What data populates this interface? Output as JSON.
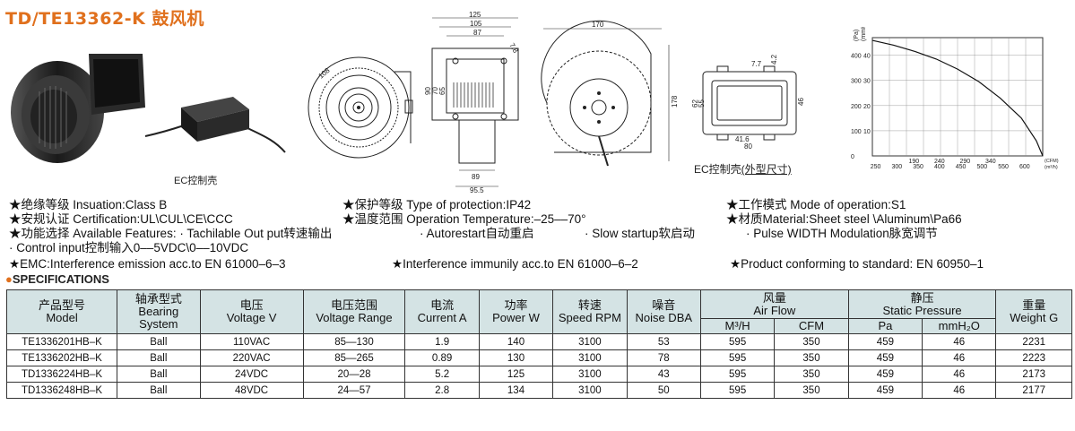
{
  "header": {
    "title": "TD/TE13362-K 鼓风机"
  },
  "product_images": {
    "ec_box_label": "EC控制壳",
    "ec_housing_label_prefix": "EC控制壳",
    "ec_housing_label_suffix": "(外型尺寸)"
  },
  "drawing_dims": {
    "front_diameter": "108",
    "top_125": "125",
    "top_105": "105",
    "top_87": "87",
    "angle_78": "7.8",
    "side_90": "90",
    "side_70": "70",
    "side_65": "65",
    "bottom_89": "89",
    "bottom_955": "95.5",
    "width_170": "170",
    "height_178": "178",
    "box_77": "7.7",
    "box_42": "4.2",
    "box_62": "62",
    "box_55": "55",
    "box_46": "46",
    "box_416": "41.6",
    "box_80": "80"
  },
  "chart_data": {
    "type": "line",
    "title": "",
    "ylabel_units": [
      "(Pa)",
      "(mmH2O)"
    ],
    "xlabel_units": [
      "(CFM)",
      "(m³/h)"
    ],
    "y_pa_ticks": [
      "400",
      "300",
      "200",
      "100",
      "0"
    ],
    "y_mmh2o_ticks": [
      "40",
      "30",
      "20",
      "10"
    ],
    "x_cfm_ticks": [
      "190",
      "240",
      "290",
      "340"
    ],
    "x_m3h_ticks": [
      "250",
      "300",
      "350",
      "400",
      "450",
      "500",
      "550",
      "600"
    ],
    "x_range_m3h": [
      200,
      600
    ],
    "y_range_pa": [
      0,
      470
    ],
    "grid": true,
    "series": [
      {
        "x": [
          200,
          250,
          300,
          350,
          400,
          450,
          500,
          550,
          585,
          600
        ],
        "y": [
          459,
          440,
          415,
          385,
          345,
          295,
          230,
          150,
          60,
          0
        ]
      }
    ]
  },
  "features": {
    "insulation": "★绝缘等级 Insuation:Class B",
    "protection": "★保护等级 Type of protection:IP42",
    "mode": "★工作模式 Mode of operation:S1",
    "certification": "★安规认证 Certification:UL\\CUL\\CE\\CCC",
    "temperature": "★温度范围 Operation Temperature:–25––70°",
    "material": "★材质Material:Sheet steel  \\Aluminum\\Pa66",
    "available": "★功能选择 Available Features:  · Tachilable Out put转速输出",
    "autorestart": "· Autorestart自动重启",
    "slow_start": "· Slow startup软启动",
    "pwm": "· Pulse WIDTH Modulation脉宽调节",
    "control_input": "·  Control input控制输入0––5VDC\\0––10VDC",
    "emc": "★EMC:Interference emission acc.to EN 61000–6–3",
    "immunity": "★Interference immunily acc.to EN 61000–6–2",
    "standard": "★Product conforming to standard: EN 60950–1"
  },
  "spec": {
    "heading_dot": "●",
    "heading": "SPECIFICATIONS",
    "headers": {
      "model": [
        "产品型号",
        "Model"
      ],
      "bearing": [
        "轴承型式",
        "Bearing",
        "System"
      ],
      "voltage": [
        "电压",
        "Voltage V"
      ],
      "range": [
        "电压范围",
        "Voltage Range"
      ],
      "current": [
        "电流",
        "Current A"
      ],
      "power": [
        "功率",
        "Power W"
      ],
      "speed": [
        "转速",
        "Speed RPM"
      ],
      "noise": [
        "噪音",
        "Noise DBA"
      ],
      "airflow": [
        "风量",
        "Air Flow"
      ],
      "pressure": [
        "静压",
        "Static Pressure"
      ],
      "weight": [
        "重量",
        "Weight G"
      ],
      "m3h": "M³/H",
      "cfm": "CFM",
      "pa": "Pa",
      "mmh2o": "mmH₂O"
    },
    "rows": [
      [
        "TE1336201HB–K",
        "Ball",
        "110VAC",
        "85—130",
        "1.9",
        "140",
        "3100",
        "53",
        "595",
        "350",
        "459",
        "46",
        "2231"
      ],
      [
        "TE1336202HB–K",
        "Ball",
        "220VAC",
        "85—265",
        "0.89",
        "130",
        "3100",
        "78",
        "595",
        "350",
        "459",
        "46",
        "2223"
      ],
      [
        "TD1336224HB–K",
        "Ball",
        "24VDC",
        "20—28",
        "5.2",
        "125",
        "3100",
        "43",
        "595",
        "350",
        "459",
        "46",
        "2173"
      ],
      [
        "TD1336248HB–K",
        "Ball",
        "48VDC",
        "24—57",
        "2.8",
        "134",
        "3100",
        "50",
        "595",
        "350",
        "459",
        "46",
        "2177"
      ]
    ]
  }
}
